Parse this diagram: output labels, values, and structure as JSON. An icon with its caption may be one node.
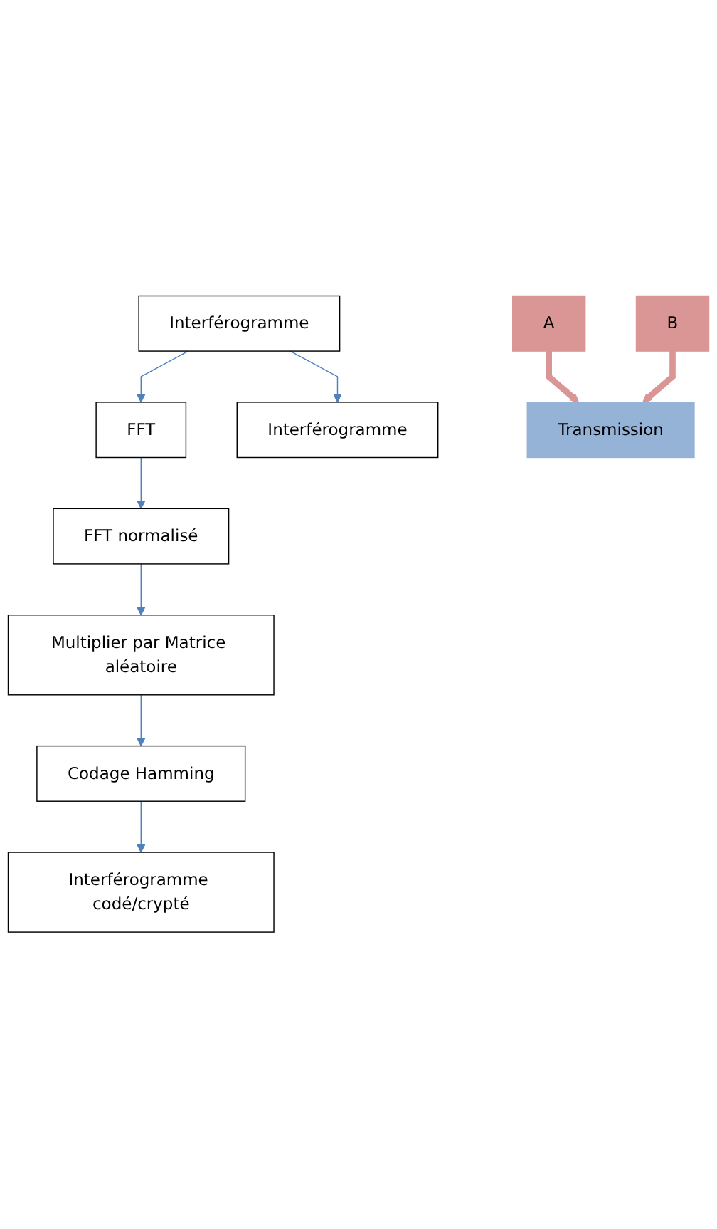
{
  "diagram": {
    "nodes": [
      {
        "text": [
          "Interférogramme"
        ]
      },
      {
        "text": [
          "FFT"
        ]
      },
      {
        "text": [
          "FFT normalisé"
        ]
      },
      {
        "text": [
          "Multiplier par Matrice aléatoire"
        ]
      },
      {
        "text": [
          "Codage Hamming"
        ]
      },
      {
        "text": [
          "Interférogramme"
        ]
      },
      {
        "text": [
          "Interférogramme codé/crypté"
        ]
      },
      {
        "text": [
          "A"
        ]
      },
      {
        "text": [
          "B"
        ]
      },
      {
        "text": [
          "Transmission"
        ]
      }
    ],
    "edges": [
      {
        "from": 0,
        "to": 5,
        "arrow": "to"
      },
      {
        "from": 0,
        "to": 1,
        "arrow": "to"
      },
      {
        "from": 1,
        "to": 2,
        "arrow": "to"
      },
      {
        "from": 2,
        "to": 3,
        "arrow": "to"
      },
      {
        "from": 3,
        "to": 4,
        "arrow": "to"
      },
      {
        "from": 4,
        "to": 6,
        "arrow": "to"
      },
      {
        "from": 7,
        "to": 9,
        "arrow": "to",
        "style": "thick",
        "color": "#d99694"
      },
      {
        "from": 8,
        "to": 9,
        "arrow": "to",
        "style": "thick",
        "color": "#d99694"
      }
    ]
  }
}
